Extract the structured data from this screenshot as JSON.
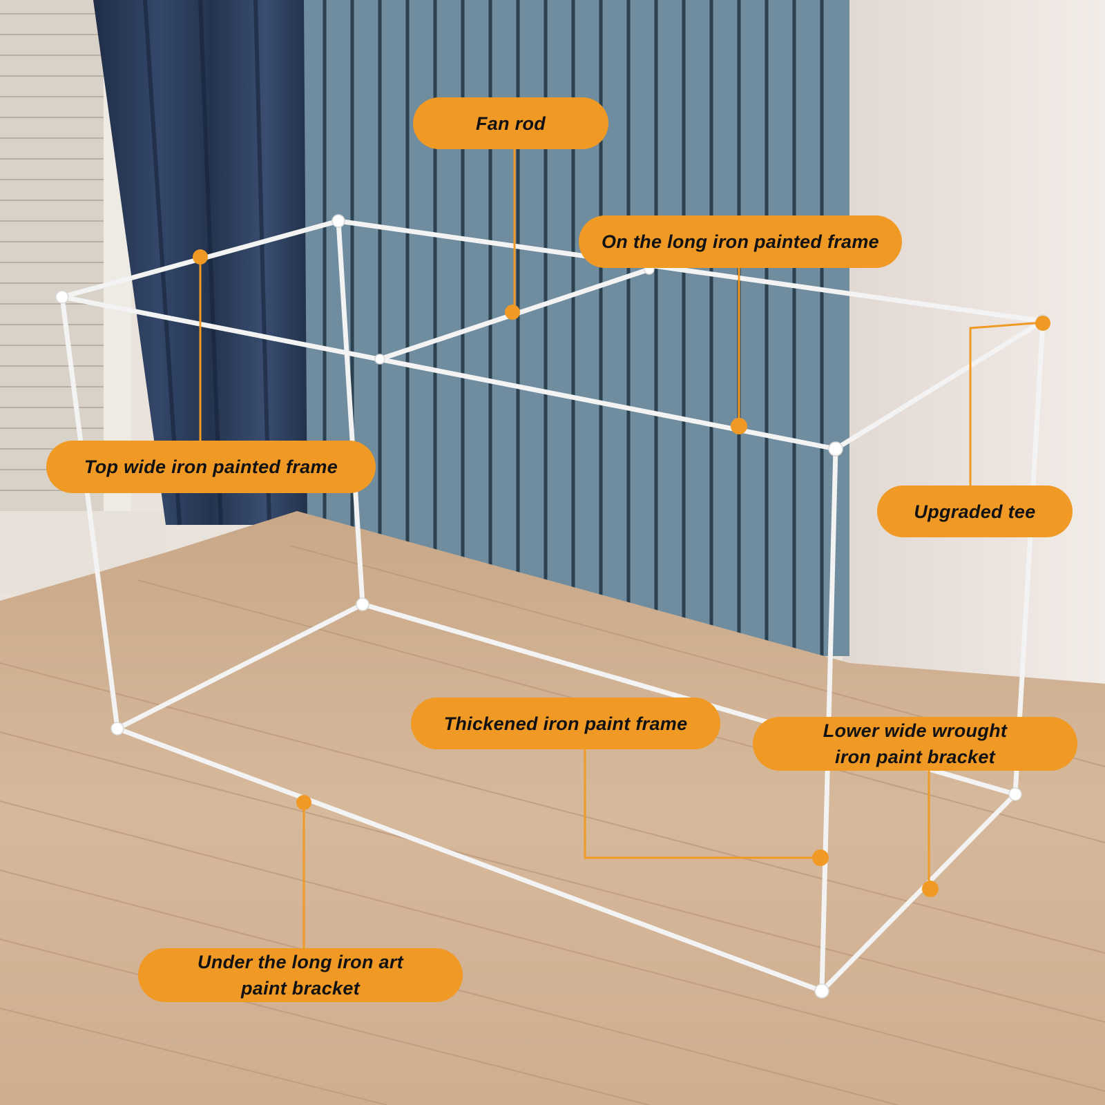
{
  "labels": {
    "fan_rod": "Fan rod",
    "long_top_frame": "On the long iron painted frame",
    "top_wide_frame": "Top wide iron painted frame",
    "upgraded_tee": "Upgraded tee",
    "thickened_frame": "Thickened iron paint frame",
    "lower_wide_bracket": [
      "Lower wide wrought",
      "iron paint bracket"
    ],
    "under_long_bracket": [
      "Under the long iron art",
      "paint bracket"
    ]
  },
  "colors": {
    "callout": "#f09a25",
    "callout_text": "#111111",
    "frame": "#f2f2f2",
    "wall_panel": "#6f8d9e",
    "curtain": "#2c3e5c",
    "floor": "#d0b193",
    "wall": "#ebe3de"
  }
}
